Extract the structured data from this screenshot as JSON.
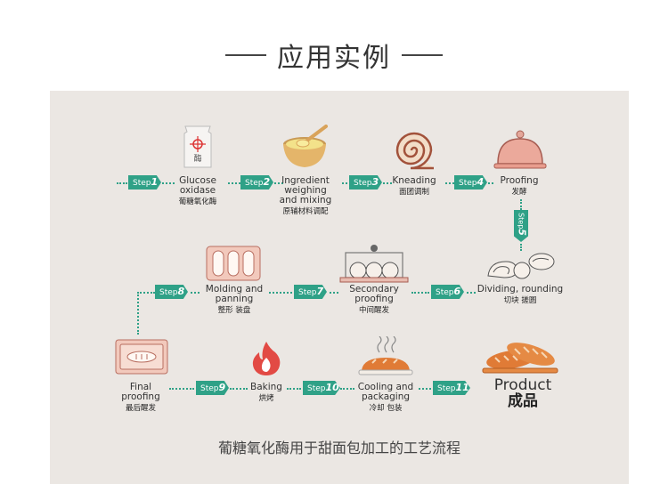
{
  "header": {
    "title": "应用实例"
  },
  "steps": [
    {
      "label": "Step",
      "num": "1"
    },
    {
      "label": "Step",
      "num": "2"
    },
    {
      "label": "Step",
      "num": "3"
    },
    {
      "label": "Step",
      "num": "4"
    },
    {
      "label": "Step",
      "num": "5"
    },
    {
      "label": "Step",
      "num": "6"
    },
    {
      "label": "Step",
      "num": "7"
    },
    {
      "label": "Step",
      "num": "8"
    },
    {
      "label": "Step",
      "num": "9"
    },
    {
      "label": "Step",
      "num": "10"
    },
    {
      "label": "Step",
      "num": "11"
    }
  ],
  "nodes": {
    "glucose": {
      "en1": "Glucose",
      "en2": "oxidase",
      "zh": "葡糖氧化酶",
      "bag_text": "酶"
    },
    "ingredient": {
      "en1": "Ingredient",
      "en2": "weighing",
      "en3": "and mixing",
      "zh": "原辅材料调配"
    },
    "kneading": {
      "en1": "Kneading",
      "zh": "面团调制"
    },
    "proofing": {
      "en1": "Proofing",
      "zh": "发酵"
    },
    "dividing": {
      "en1": "Dividing, rounding",
      "zh": "切块 搓圆"
    },
    "secondary": {
      "en1": "Secondary",
      "en2": "proofing",
      "zh": "中间醒发"
    },
    "molding": {
      "en1": "Molding and",
      "en2": "panning",
      "zh": "整形 装盘"
    },
    "final": {
      "en1": "Final",
      "en2": "proofing",
      "zh": "最后醒发"
    },
    "baking": {
      "en1": "Baking",
      "zh": "烘烤"
    },
    "cooling": {
      "en1": "Cooling and",
      "en2": "packaging",
      "zh": "冷却 包装"
    },
    "product": {
      "en1": "Product",
      "zh": "成品"
    }
  },
  "caption": "葡糖氧化酶用于甜面包加工的工艺流程",
  "colors": {
    "accent": "#2fa187",
    "panel": "#ebe7e3",
    "bread": "#e07b36"
  }
}
